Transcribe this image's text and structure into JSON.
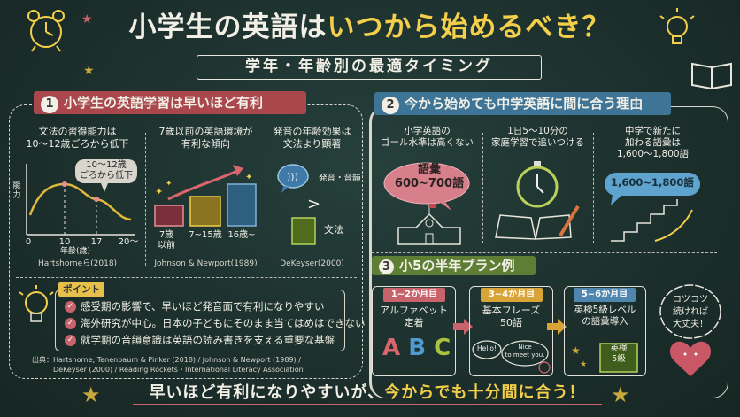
{
  "title": {
    "white": "小学生の英語は",
    "yellow": "いつから始めるべき？"
  },
  "subtitle": "学年・年齢別の最適タイミング",
  "section1": {
    "number": "1",
    "heading": "小学生の英語学習は早いほど有利",
    "col1": {
      "caption_line1": "文法の習得能力は",
      "caption_line2": "10～12歳ごろから低下",
      "y_label": "能力",
      "x_label": "年齢(歳)",
      "x_ticks": [
        "0",
        "10",
        "17",
        "20～"
      ],
      "callout_line1": "10～12歳",
      "callout_line2": "ごろから低下",
      "source": "Hartshorneら(2018)"
    },
    "col2": {
      "caption_line1": "7歳以前の英語環境が",
      "caption_line2": "有利な傾向",
      "bars": [
        {
          "label_line1": "7歳",
          "label_line2": "以前",
          "color": "#c9636b"
        },
        {
          "label_line1": "7~15歳",
          "label_line2": "",
          "color": "#e0b53c"
        },
        {
          "label_line1": "16歳~",
          "label_line2": "",
          "color": "#4f86b0"
        }
      ],
      "source": "Johnson & Newport(1989)"
    },
    "col3": {
      "caption_line1": "発音の年齢効果は",
      "caption_line2": "文法より顕著",
      "pronunciation": "発音・音韻",
      "comparator": ">",
      "grammar": "文法",
      "source": "DeKeyser(2000)"
    },
    "point": {
      "tag": "ポイント",
      "items": [
        "感受期の影響で、早いほど発音面で有利になりやすい",
        "海外研究が中心。日本の子どもにそのまま当てはめはできない",
        "就学期の音韻意識は英語の読み書きを支える重要な基盤"
      ],
      "sources_line1": "出典：Hartshorne, Tenenbaum & Pinker (2018) / Johnson & Newport (1989) /",
      "sources_line2": "DeKeyser (2000) / Reading Rockets・International Literacy Association"
    }
  },
  "section2": {
    "number": "2",
    "heading": "今から始めても中学英語に間に合う理由",
    "col1": {
      "caption_line1": "小学英語の",
      "caption_line2": "ゴール水準は高くない",
      "bubble_line1": "語彙",
      "bubble_line2": "600~700語"
    },
    "col2": {
      "caption_line1": "1日5～10分の",
      "caption_line2": "家庭学習で追いつける"
    },
    "col3": {
      "caption_line1": "中学で新たに",
      "caption_line2": "加わる語彙は",
      "caption_line3": "1,600～1,800語",
      "bubble": "1,600~1,800語"
    }
  },
  "section3": {
    "number": "3",
    "heading": "小5の半年プラン例",
    "cards": [
      {
        "tag": "1~2か月目",
        "tag_color": "#c9636b",
        "line1": "アルファベット",
        "line2": "定着",
        "letters": [
          "A",
          "B",
          "C"
        ]
      },
      {
        "tag": "3~4か月目",
        "tag_color": "#d9a437",
        "line1": "基本フレーズ",
        "line2": "50語",
        "bubble1": "Hello!",
        "bubble2_line1": "Nice",
        "bubble2_line2": "to meet you."
      },
      {
        "tag": "5~6か月目",
        "tag_color": "#4f86b0",
        "line1": "英検5級レベル",
        "line2": "の語彙導入",
        "book_line1": "英検",
        "book_line2": "5級"
      }
    ],
    "cloud_line1": "コツコツ",
    "cloud_line2": "続ければ",
    "cloud_line3": "大丈夫！"
  },
  "footer": {
    "white": "早いほど有利になりやすいが、",
    "yellow": "今からでも十分間に合う！"
  },
  "colors": {
    "board": "#1d302d",
    "chalk_yellow": "#f4cf4a",
    "red": "#c9636b",
    "blue": "#4f86b0",
    "green": "#7d9a3c"
  }
}
